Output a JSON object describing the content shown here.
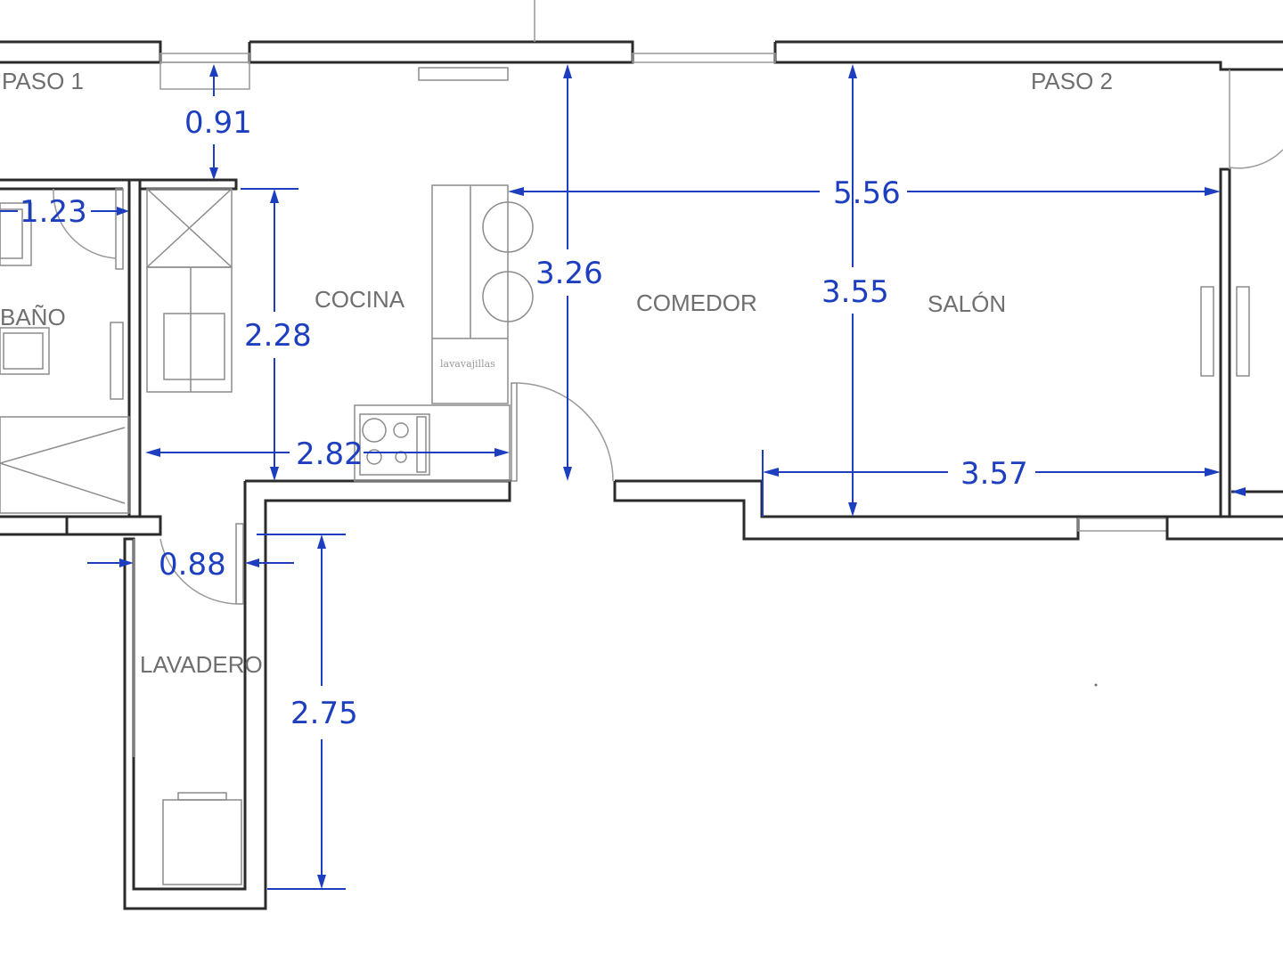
{
  "rooms": {
    "paso1": "PASO 1",
    "paso2": "PASO 2",
    "bano": "BAÑO",
    "cocina": "COCINA",
    "comedor": "COMEDOR",
    "salon": "SALÓN",
    "lavadero": "LAVADERO"
  },
  "appliances": {
    "lavavajillas": "lavavajillas"
  },
  "dimensions": {
    "d_0_91": "0.91",
    "d_1_23": "1.23",
    "d_2_28": "2.28",
    "d_2_82": "2.82",
    "d_3_26": "3.26",
    "d_5_56": "5.56",
    "d_3_55": "3.55",
    "d_3_57": "3.57",
    "d_0_88": "0.88",
    "d_2_75": "2.75"
  },
  "colors": {
    "dimension": "#1d3fbf",
    "wall": "#2b2b2b",
    "label": "#6f6f6f"
  }
}
